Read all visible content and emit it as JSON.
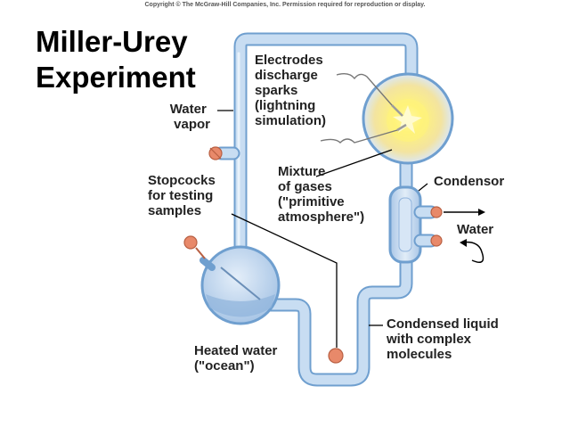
{
  "copyright": "Copyright © The McGraw-Hill Companies, Inc. Permission required for reproduction or display.",
  "title": [
    "Miller-Urey",
    "Experiment"
  ],
  "labels": {
    "electrodes": [
      "Electrodes",
      "discharge",
      "sparks",
      "(lightning",
      "simulation)"
    ],
    "water_vapor": [
      "Water",
      "vapor"
    ],
    "stopcocks": [
      "Stopcocks",
      "for testing",
      "samples"
    ],
    "mixture": [
      "Mixture",
      "of gases",
      "(\"primitive",
      "atmosphere\")"
    ],
    "condensor": [
      "Condensor"
    ],
    "water": [
      "Water"
    ],
    "condensed": [
      "Condensed liquid",
      "with complex",
      "molecules"
    ],
    "heated_water": [
      "Heated water",
      "(\"ocean\")"
    ]
  },
  "colors": {
    "glass": "#c8ddf2",
    "glass_edge": "#6f9fcf",
    "spark_core": "#fff37a",
    "spark_glow": "#f3e06a",
    "stopcock": "#e8896a",
    "text": "#222222"
  }
}
